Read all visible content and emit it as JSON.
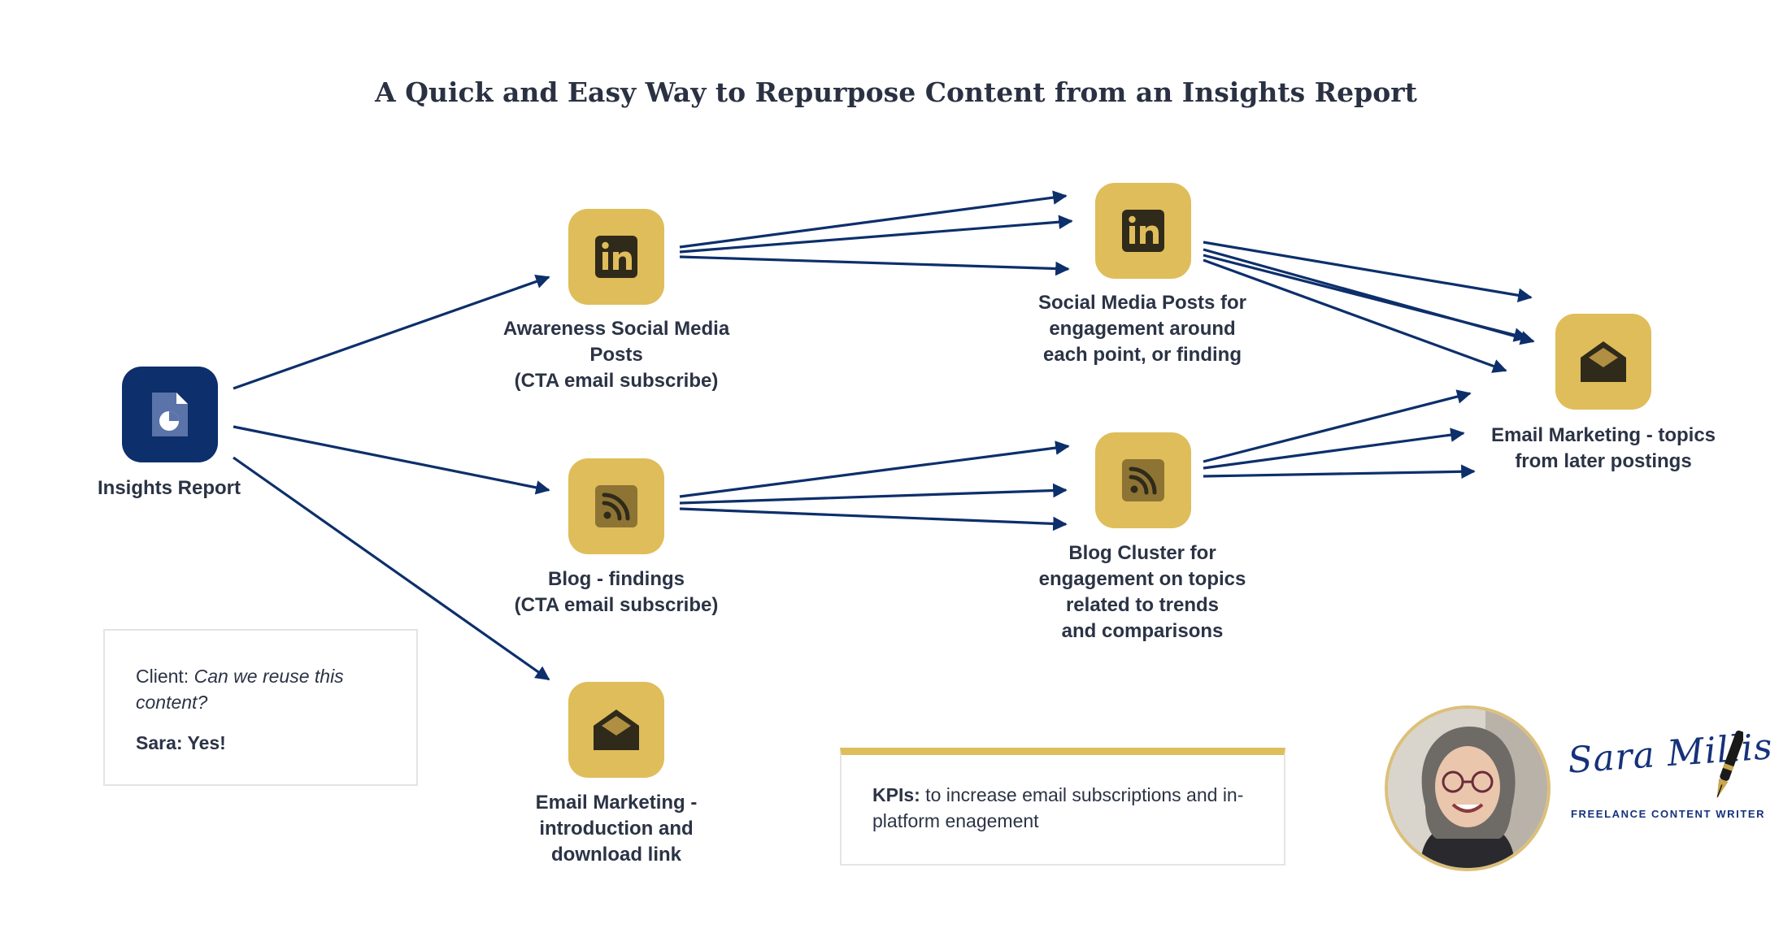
{
  "title": "A Quick and Easy Way to Repurpose Content from an Insights Report",
  "colors": {
    "gold": "#dfbd5a",
    "navy": "#0d2f6b",
    "arrow": "#0d2f6b",
    "icon_dark": "#2f2a1a"
  },
  "nodes": {
    "insights": {
      "label": "Insights Report",
      "icon": "report-document-icon"
    },
    "awareness_social": {
      "label": "Awareness Social Media\nPosts\n(CTA email subscribe)",
      "icon": "linkedin-icon"
    },
    "blog_findings": {
      "label": "Blog - findings\n(CTA email subscribe)",
      "icon": "rss-feed-icon"
    },
    "email_intro": {
      "label": "Email Marketing -\nintroduction and\ndownload link",
      "icon": "email-envelope-icon"
    },
    "social_engagement": {
      "label": "Social Media Posts for\nengagement around\neach point, or finding",
      "icon": "linkedin-icon"
    },
    "blog_cluster": {
      "label": "Blog Cluster for\nengagement on topics\nrelated to trends\nand comparisons",
      "icon": "rss-feed-icon"
    },
    "email_topics": {
      "label": "Email Marketing - topics\nfrom later postings",
      "icon": "email-envelope-icon"
    }
  },
  "client_card": {
    "client_prefix": "Client: ",
    "client_question": "Can we reuse this content?",
    "answer": "Sara: Yes!"
  },
  "kpi_card": {
    "label": "KPIs:",
    "text": " to increase email  subscriptions and in-platform enagement"
  },
  "branding": {
    "signature": "Sara Millis",
    "tagline": "FREELANCE CONTENT WRITER"
  }
}
